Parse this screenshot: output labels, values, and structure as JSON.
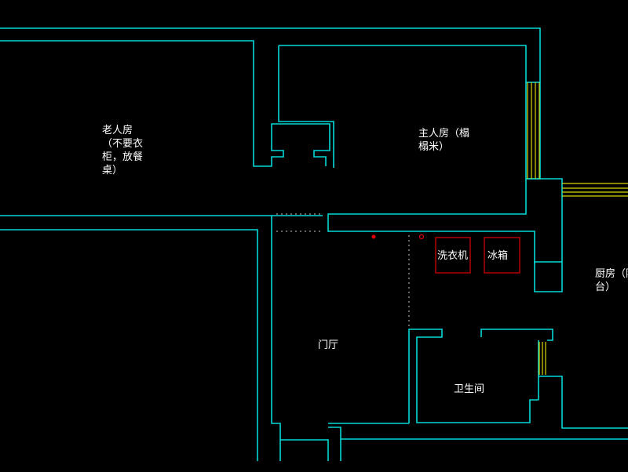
{
  "floorplan": {
    "colors": {
      "background": "#000000",
      "walls": "#00d8d8",
      "windows": "#d8d800",
      "appliances": "#e00000",
      "labels": "#ffffff",
      "openings": "#c8c8c8"
    },
    "rooms": {
      "elder_room": {
        "lines": [
          "老人房",
          "（不要衣",
          "柜，放餐",
          "桌）"
        ]
      },
      "master_room": {
        "lines": [
          "主人房（榻",
          "榻米）"
        ]
      },
      "foyer": {
        "lines": [
          "门厅"
        ]
      },
      "bathroom": {
        "lines": [
          "卫生间"
        ]
      },
      "kitchen": {
        "lines": [
          "厨房（阳",
          "台）"
        ]
      }
    },
    "appliances": {
      "washing_machine": "洗衣机",
      "refrigerator": "冰箱"
    }
  }
}
